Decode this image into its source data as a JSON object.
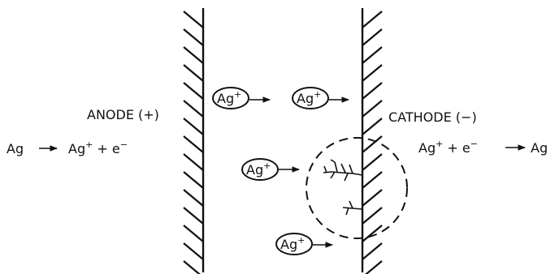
{
  "labels": {
    "anode": "ANODE (+)",
    "cathode": "CATHODE (−)"
  },
  "anode_reaction": {
    "reactant": "Ag",
    "product_ion": "Ag",
    "ion_charge": "+",
    "plus_electron": " + e",
    "electron_charge": "−"
  },
  "cathode_reaction": {
    "reactant_ion": "Ag",
    "ion_charge": "+",
    "plus_electron": " + e",
    "electron_charge": "−",
    "product": "Ag"
  },
  "ions": [
    {
      "symbol": "Ag",
      "charge": "+"
    },
    {
      "symbol": "Ag",
      "charge": "+"
    },
    {
      "symbol": "Ag",
      "charge": "+"
    },
    {
      "symbol": "Ag",
      "charge": "+"
    }
  ]
}
